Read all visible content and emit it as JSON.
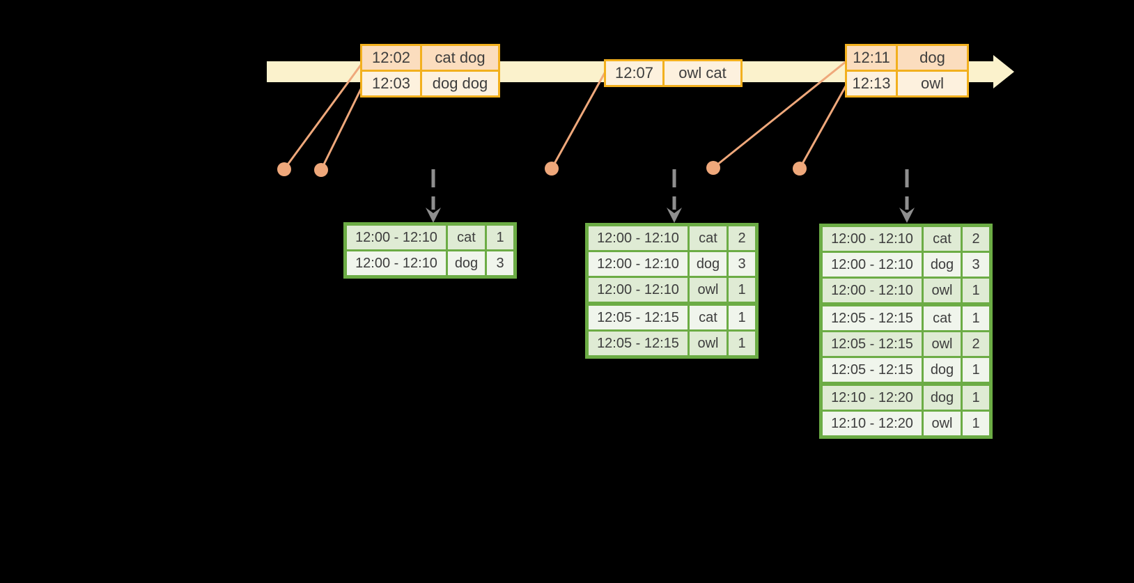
{
  "diagram": {
    "kind": "windowed-stream-aggregation",
    "background": "#000000"
  },
  "palette": {
    "timeline_fill": "#fbf2cc",
    "event_table_border": "#f2b01e",
    "event_row_dark": "#fbddbe",
    "event_row_light": "#fdf1de",
    "connector_orange": "#efa87b",
    "trigger_arrow_gray": "#8f8f8f",
    "result_table_border": "#6cac45",
    "result_row_dark": "#dfebd4",
    "result_row_light": "#f0f5ec",
    "cell_text": "#3d3d3d"
  },
  "event_tables": [
    {
      "rows": [
        {
          "time": "12:02",
          "words": "cat dog",
          "shade": "dark"
        },
        {
          "time": "12:03",
          "words": "dog dog",
          "shade": "light"
        }
      ]
    },
    {
      "rows": [
        {
          "time": "12:07",
          "words": "owl cat",
          "shade": "light"
        }
      ]
    },
    {
      "rows": [
        {
          "time": "12:11",
          "words": "dog",
          "shade": "dark"
        },
        {
          "time": "12:13",
          "words": "owl",
          "shade": "light"
        }
      ]
    }
  ],
  "result_tables": [
    {
      "group_breaks": [],
      "rows": [
        {
          "window": "12:00 - 12:10",
          "word": "cat",
          "count": "1"
        },
        {
          "window": "12:00 - 12:10",
          "word": "dog",
          "count": "3"
        }
      ]
    },
    {
      "group_breaks": [
        3
      ],
      "rows": [
        {
          "window": "12:00 - 12:10",
          "word": "cat",
          "count": "2"
        },
        {
          "window": "12:00 - 12:10",
          "word": "dog",
          "count": "3"
        },
        {
          "window": "12:00 - 12:10",
          "word": "owl",
          "count": "1"
        },
        {
          "window": "12:05 - 12:15",
          "word": "cat",
          "count": "1"
        },
        {
          "window": "12:05 - 12:15",
          "word": "owl",
          "count": "1"
        }
      ]
    },
    {
      "group_breaks": [
        3,
        6
      ],
      "rows": [
        {
          "window": "12:00 - 12:10",
          "word": "cat",
          "count": "2"
        },
        {
          "window": "12:00 - 12:10",
          "word": "dog",
          "count": "3"
        },
        {
          "window": "12:00 - 12:10",
          "word": "owl",
          "count": "1"
        },
        {
          "window": "12:05 - 12:15",
          "word": "cat",
          "count": "1"
        },
        {
          "window": "12:05 - 12:15",
          "word": "owl",
          "count": "2"
        },
        {
          "window": "12:05 - 12:15",
          "word": "dog",
          "count": "1"
        },
        {
          "window": "12:10 - 12:20",
          "word": "dog",
          "count": "1"
        },
        {
          "window": "12:10 - 12:20",
          "word": "owl",
          "count": "1"
        }
      ]
    }
  ]
}
